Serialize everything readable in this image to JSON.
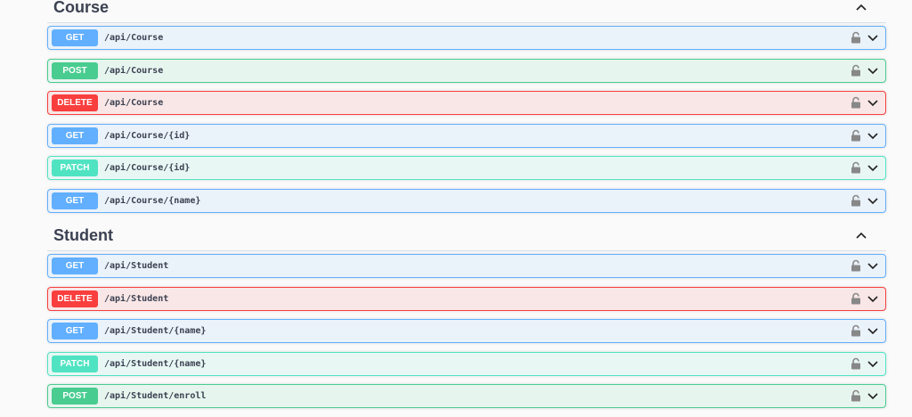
{
  "colors": {
    "GET": "#61affe",
    "POST": "#49cc90",
    "DELETE": "#f93e3e",
    "PATCH": "#50e3c2"
  },
  "sections": [
    {
      "title": "Course",
      "operations": [
        {
          "method": "GET",
          "path": "/api/Course"
        },
        {
          "method": "POST",
          "path": "/api/Course"
        },
        {
          "method": "DELETE",
          "path": "/api/Course"
        },
        {
          "method": "GET",
          "path": "/api/Course/{id}"
        },
        {
          "method": "PATCH",
          "path": "/api/Course/{id}"
        },
        {
          "method": "GET",
          "path": "/api/Course/{name}"
        }
      ]
    },
    {
      "title": "Student",
      "operations": [
        {
          "method": "GET",
          "path": "/api/Student"
        },
        {
          "method": "DELETE",
          "path": "/api/Student"
        },
        {
          "method": "GET",
          "path": "/api/Student/{name}"
        },
        {
          "method": "PATCH",
          "path": "/api/Student/{name}"
        },
        {
          "method": "POST",
          "path": "/api/Student/enroll"
        }
      ]
    }
  ]
}
